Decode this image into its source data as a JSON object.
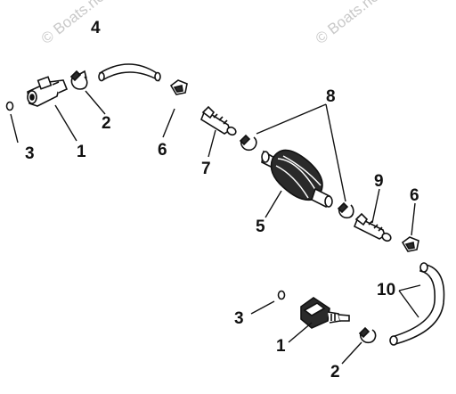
{
  "watermarks": [
    "© Boats.net",
    "© Boats.net"
  ],
  "callouts": {
    "c1_top": "1",
    "c2_top": "2",
    "c3_top": "3",
    "c4": "4",
    "c5": "5",
    "c6_top": "6",
    "c7": "7",
    "c8": "8",
    "c9": "9",
    "c6_right": "6",
    "c10": "10",
    "c3_bottom": "3",
    "c1_bottom": "1",
    "c2_bottom": "2"
  },
  "colors": {
    "line": "#111111",
    "part_fill": "#ffffff",
    "dark_fill": "#2a2a2a",
    "watermark": "#c9c9c9"
  }
}
